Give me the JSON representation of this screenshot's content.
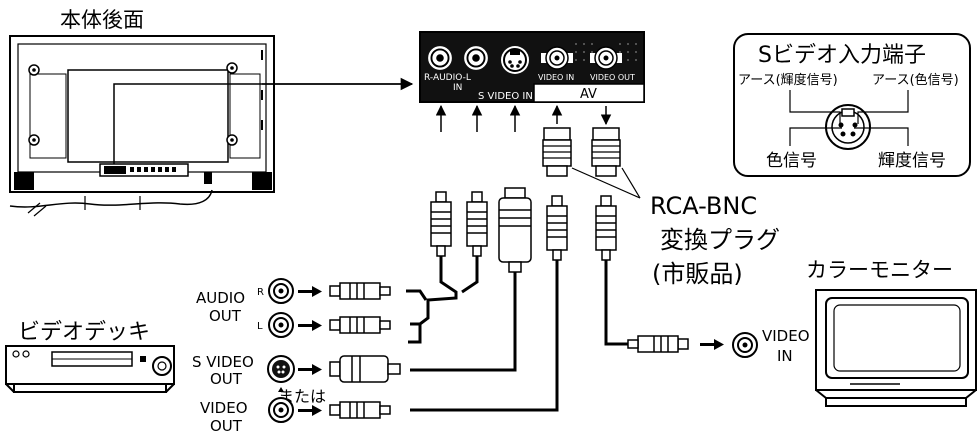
{
  "panel": {
    "title": "本体後面",
    "jacks": {
      "audio_in": "R-AUDIO-L",
      "audio_in_sub": "IN",
      "svideo_in": "S VIDEO IN",
      "video_in": "VIDEO IN",
      "video_out": "VIDEO OUT",
      "av": "AV"
    }
  },
  "svideo_terminal": {
    "title": "Sビデオ入力端子",
    "ground_luma": "アース(輝度信号)",
    "ground_chroma": "アース(色信号)",
    "chroma": "色信号",
    "luma": "輝度信号"
  },
  "adapter": {
    "line1": "RCA-BNC",
    "line2": "変換プラグ",
    "line3": "(市販品)"
  },
  "monitor": {
    "title": "カラーモニター",
    "video_in_line1": "VIDEO",
    "video_in_line2": "IN"
  },
  "vcr": {
    "title": "ビデオデッキ",
    "audio_out_line1": "AUDIO",
    "audio_out_line2": "OUT",
    "audio_r": "R",
    "audio_l": "L",
    "svideo_out_line1": "S VIDEO",
    "svideo_out_line2": "OUT",
    "or_text": "または",
    "video_out_line1": "VIDEO",
    "video_out_line2": "OUT"
  }
}
